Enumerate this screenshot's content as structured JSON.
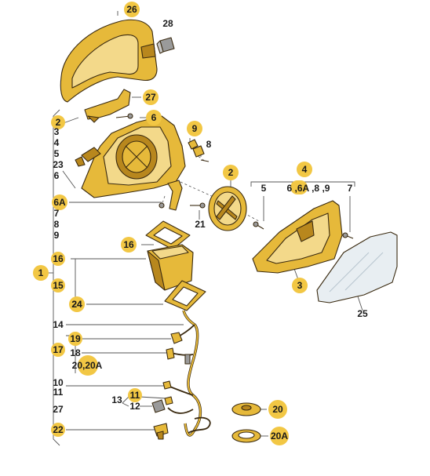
{
  "callouts": {
    "c26": "26",
    "c28": "28",
    "c27": "27",
    "c6": "6",
    "c9": "9",
    "c8": "8",
    "c2": "2",
    "c4": "4",
    "c5": "5",
    "c6_6a_8_9": "6 ,6A ,8 ,9",
    "c7": "7",
    "c21": "21",
    "c16": "16",
    "c3": "3",
    "c25": "25",
    "c24": "24",
    "c20": "20",
    "c20a": "20A",
    "c13": "13",
    "c11": "11",
    "c12": "12",
    "c22": "22",
    "c1": "1"
  },
  "left_column": [
    "2",
    "3",
    "4",
    "5",
    "23",
    "6",
    "6A",
    "7",
    "8",
    "9",
    "16",
    "15",
    "24",
    "14",
    "17",
    "19",
    "18",
    "20,20A",
    "10",
    "11",
    "27",
    "22"
  ],
  "colors": {
    "badge": "#f2c744",
    "part_fill": "#e6b93a",
    "part_light": "#f3d98a",
    "part_dark": "#b8871d"
  }
}
